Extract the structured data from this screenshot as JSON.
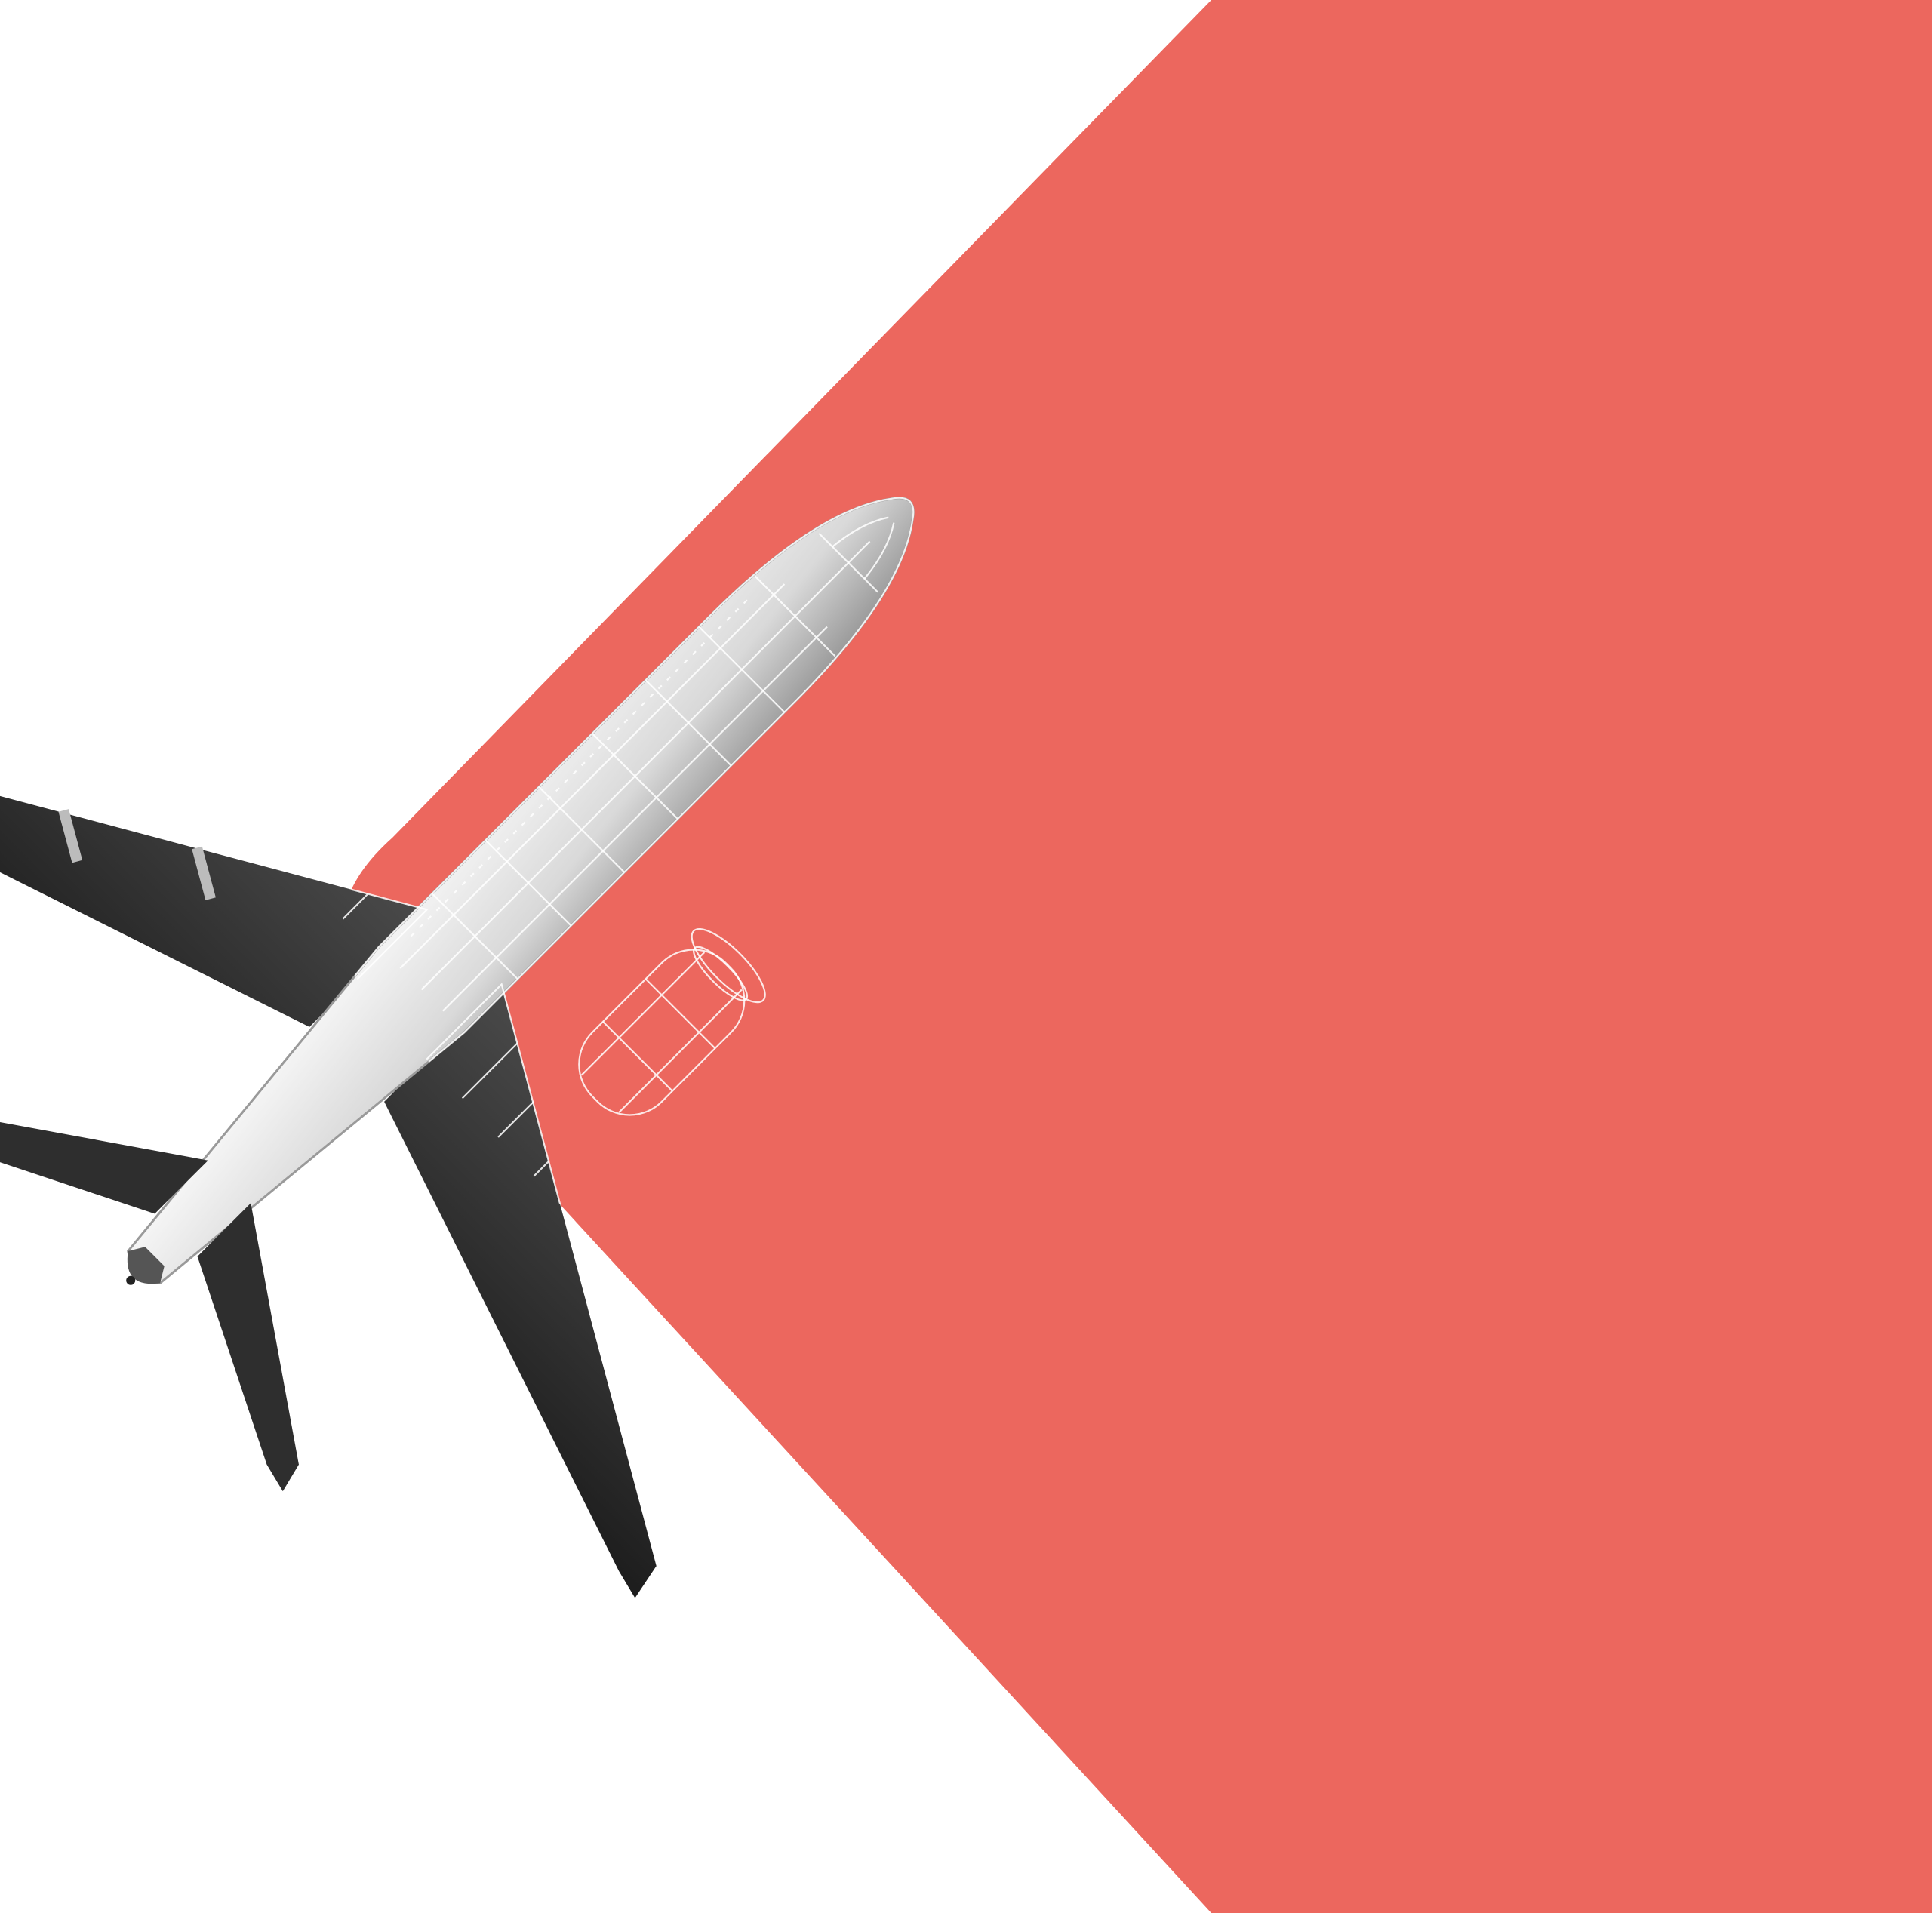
{
  "colors": {
    "background": "#ffffff",
    "accent_shape": "#ec675e",
    "wireframe_line": "#ffffff",
    "photo_wing_dark": "#2b2b2b",
    "photo_wing_mid": "#555555",
    "photo_fuselage": "#e9e9e9",
    "photo_shadow": "#9a9a9a"
  },
  "scene": {
    "accent_shape_icon": "chevron-arrow-shape",
    "airplane_photo_icon": "airplane-photo-half",
    "airplane_wireframe_icon": "airplane-wireframe-half"
  }
}
